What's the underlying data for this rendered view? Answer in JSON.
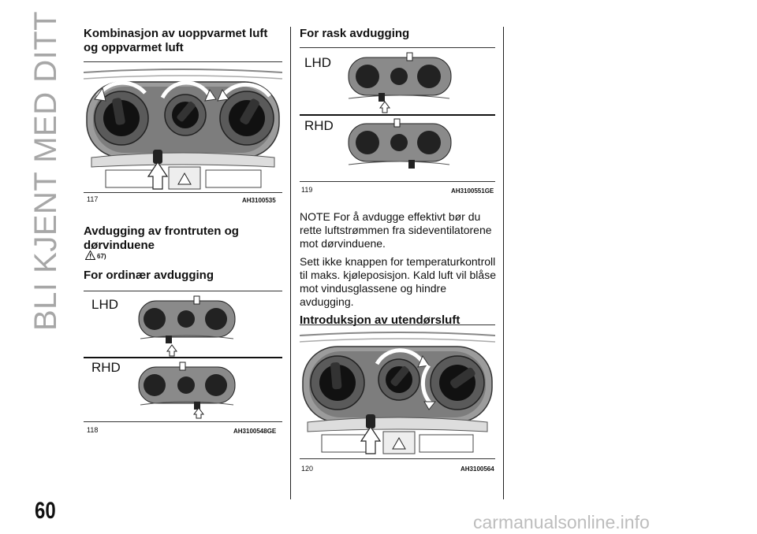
{
  "sidebar_title": "BLI KJENT MED DITT KJØRETØY",
  "page_number": "60",
  "watermark": "carmanualsonline.info",
  "left": {
    "heading1": "Kombinasjon av uoppvarmet luft og oppvarmet luft",
    "fig1": {
      "number": "117",
      "code": "AH3100535"
    },
    "heading2": "Avdugging av frontruten og dørvinduene",
    "warning_ref": "67)",
    "heading3": "For ordinær avdugging",
    "fig2": {
      "number": "118",
      "code": "AH3100548GE",
      "label_top": "LHD",
      "label_bottom": "RHD"
    }
  },
  "right": {
    "heading1": "For rask avdugging",
    "fig3": {
      "number": "119",
      "code": "AH3100551GE",
      "label_top": "LHD",
      "label_bottom": "RHD"
    },
    "note": "NOTE  For å avdugge effektivt bør du rette luftstrømmen fra sideventilatorene mot dørvinduene.",
    "para": "Sett ikke knappen for temperaturkontroll til maks. kjøleposisjon. Kald luft vil blåse mot vindusglassene og hindre avdugging.",
    "heading2": "Introduksjon av utendørsluft",
    "fig4": {
      "number": "120",
      "code": "AH3100564"
    }
  }
}
